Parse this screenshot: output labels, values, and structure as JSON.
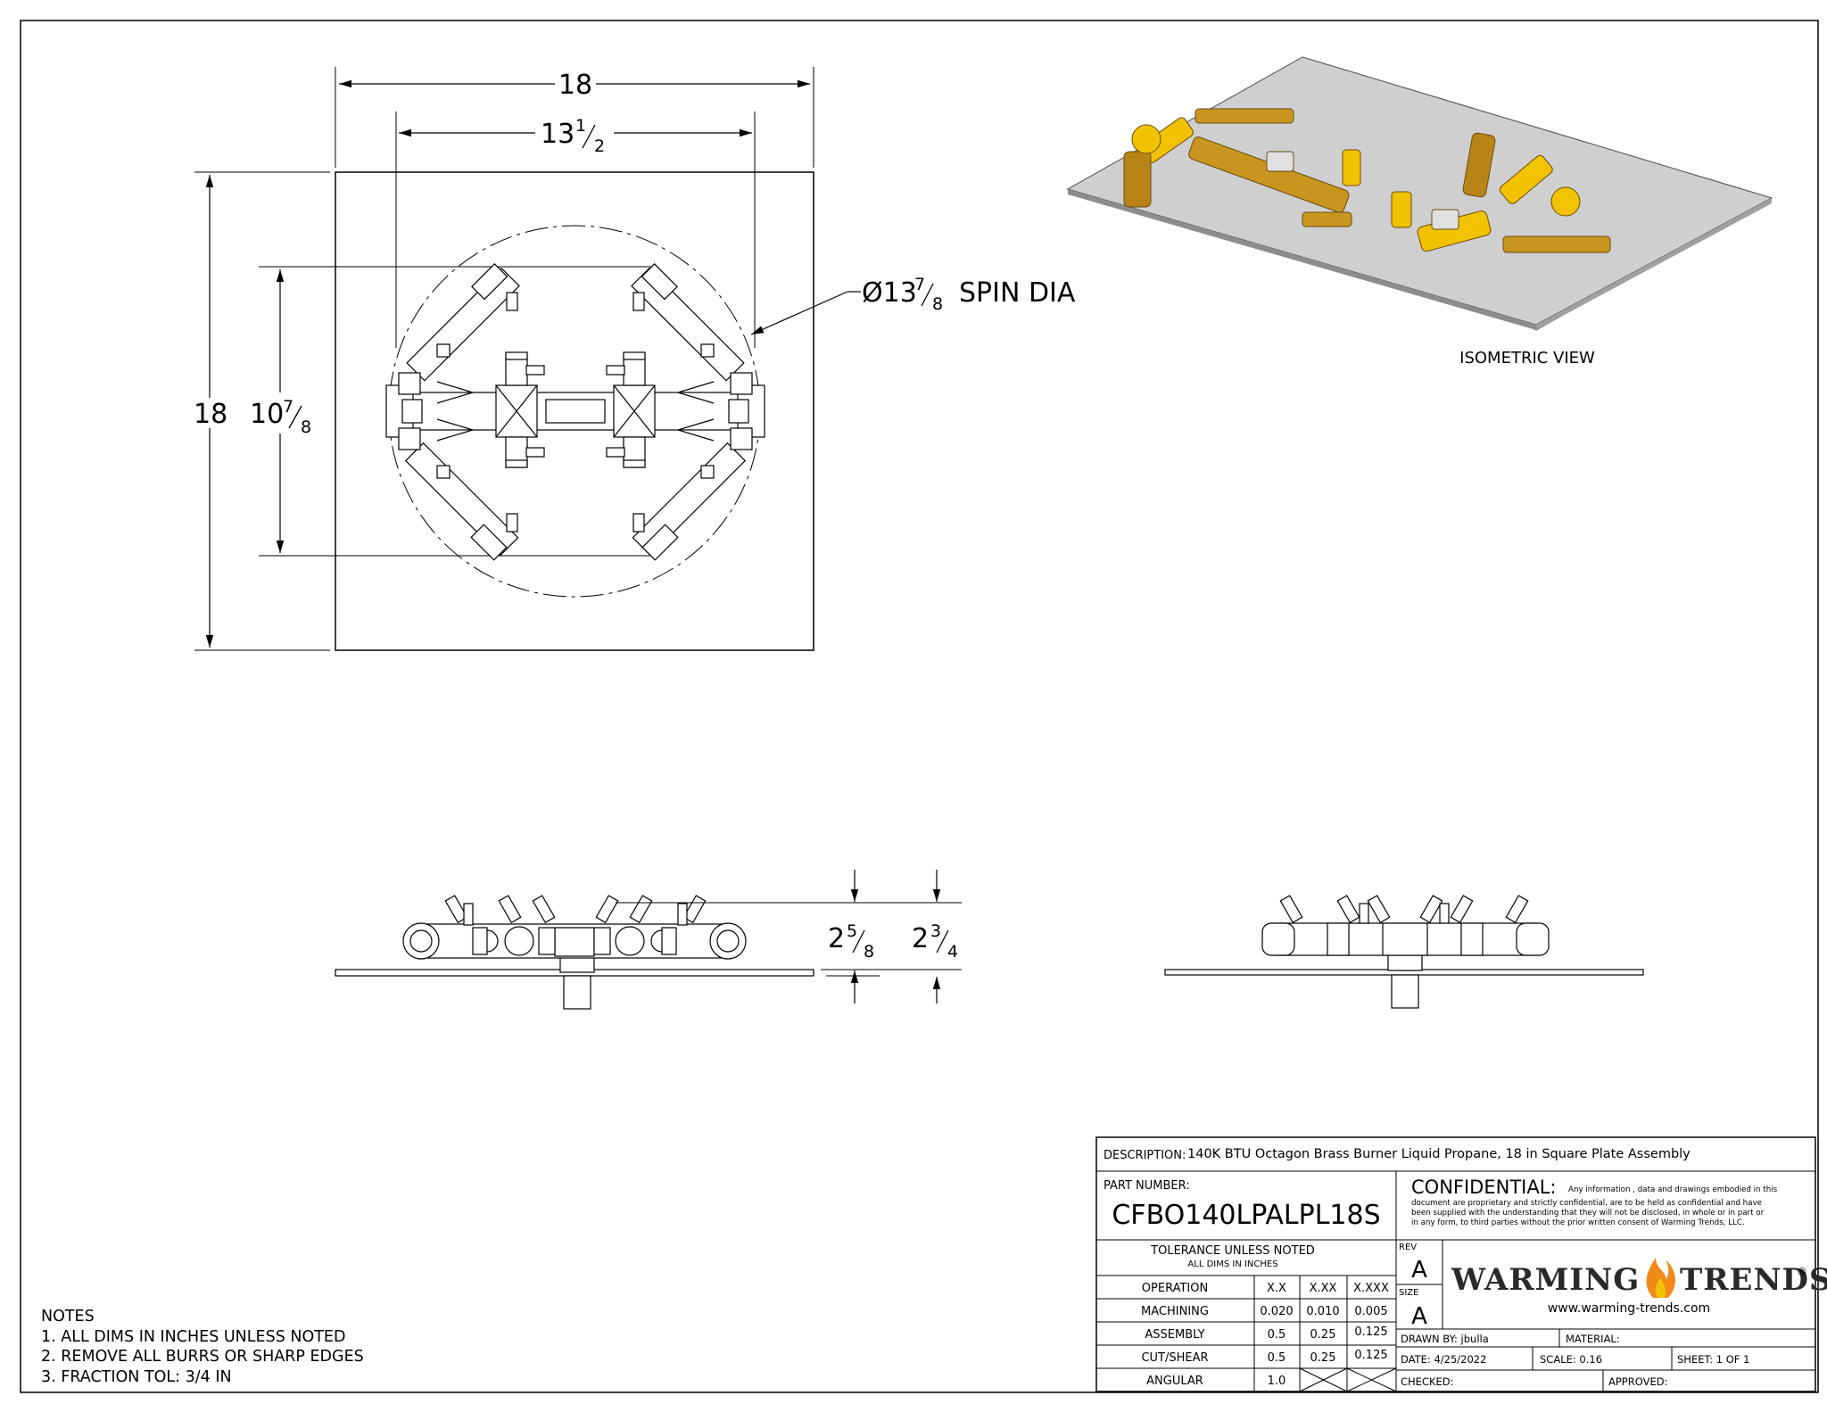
{
  "top_view": {
    "plate_width": "18",
    "plate_height": "18",
    "pattern_width": "13",
    "pattern_width_frac_num": "1",
    "pattern_width_frac_den": "2",
    "pattern_height": "10",
    "pattern_height_frac_num": "7",
    "pattern_height_frac_den": "8",
    "spin_dia_prefix": "Ø13",
    "spin_dia_frac_num": "7",
    "spin_dia_frac_den": "8",
    "spin_dia_suffix": "SPIN DIA"
  },
  "isometric": {
    "label": "ISOMETRIC VIEW"
  },
  "side_view": {
    "h1_whole": "2",
    "h1_num": "5",
    "h1_den": "8",
    "h2_whole": "2",
    "h2_num": "3",
    "h2_den": "4"
  },
  "notes": {
    "title": "NOTES",
    "items": [
      "1. ALL DIMS IN INCHES UNLESS NOTED",
      "2. REMOVE ALL BURRS OR SHARP EDGES",
      "3. FRACTION TOL: 3/4 IN"
    ]
  },
  "title_block": {
    "description_label": "DESCRIPTION:",
    "description": "140K BTU Octagon Brass Burner Liquid Propane, 18 in Square Plate Assembly",
    "part_number_label": "PART NUMBER:",
    "part_number": "CFBO140LPALPL18S",
    "confidential_title": "CONFIDENTIAL:",
    "confidential_line1": "Any information , data and drawings embodied in this",
    "confidential_line2": "document are proprietary and strictly confidential, are to be held as confidential and have",
    "confidential_line3": "been supplied with the understanding that they will not be disclosed, in whole or in part or",
    "confidential_line4": "in any form, to third parties without the prior written consent of Warming Trends, LLC.",
    "tolerance_title": "TOLERANCE UNLESS NOTED",
    "tolerance_sub": "ALL DIMS IN INCHES",
    "tolerance_headers": [
      "OPERATION",
      "X.X",
      "X.XX",
      "X.XXX"
    ],
    "tolerance_rows": [
      [
        "MACHINING",
        "0.020",
        "0.010",
        "0.005"
      ],
      [
        "ASSEMBLY",
        "0.5",
        "0.25",
        "0.125"
      ],
      [
        "CUT/SHEAR",
        "0.5",
        "0.25",
        "0.125"
      ],
      [
        "ANGULAR",
        "1.0",
        "",
        ""
      ]
    ],
    "rev_label": "REV",
    "rev": "A",
    "size_label": "SIZE",
    "size": "A",
    "logo_part1": "WARMING",
    "logo_part2": "TRENDS",
    "logo_reg": "®",
    "website": "www.warming-trends.com",
    "drawn_by": "DRAWN BY: jbulla",
    "material": "MATERIAL:",
    "date": "DATE:   4/25/2022",
    "scale": "SCALE:  0.16",
    "sheet": "SHEET: 1   OF   1",
    "checked": "CHECKED:",
    "approved": "APPROVED:"
  },
  "colors": {
    "line": "#000000",
    "brass": "#c8961e",
    "brass_dark": "#7a5a12",
    "yellow": "#f2c200",
    "plate": "#c9c9c9",
    "flame": "#f28a1a"
  }
}
